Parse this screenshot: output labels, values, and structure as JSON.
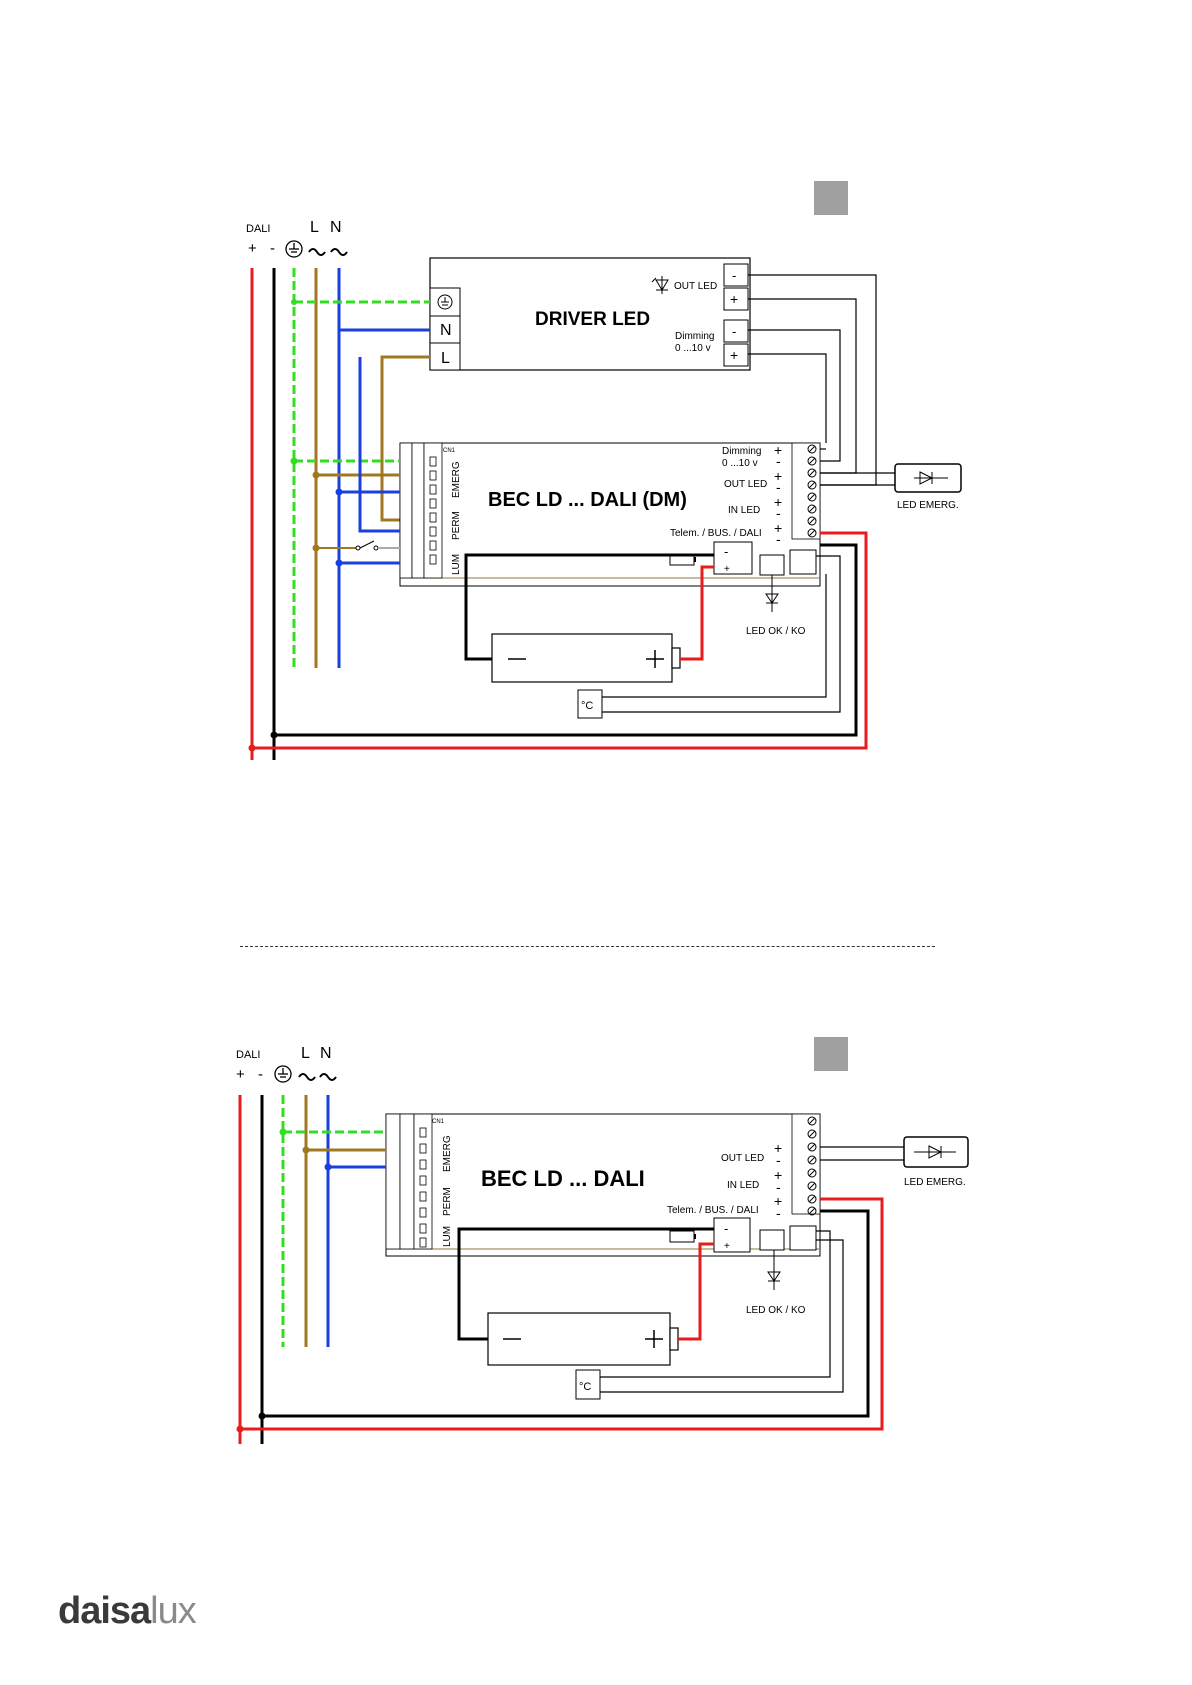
{
  "diagram1": {
    "bus_label": "DALI",
    "plus": "+",
    "minus": "-",
    "l_label": "L",
    "n_label": "N",
    "driver_title": "DRIVER LED",
    "driver_out_led": "OUT LED",
    "driver_dimming_line1": "Dimming",
    "driver_dimming_line2": "0 ...10 v",
    "driver_n": "N",
    "driver_l": "L",
    "bec_title": "BEC LD ... DALI (DM)",
    "dimming_line1": "Dimming",
    "dimming_line2": "0 ...10 v",
    "out_led": "OUT LED",
    "in_led": "IN LED",
    "telem": "Telem. / BUS. / DALI",
    "emerg": "EMERG",
    "perm": "PERM",
    "lum": "LUM",
    "cn": "CN1",
    "led_emerg": "LED EMERG.",
    "led_ok_ko": "LED OK / KO",
    "temp": "°C"
  },
  "diagram2": {
    "bus_label": "DALI",
    "plus": "+",
    "minus": "-",
    "l_label": "L",
    "n_label": "N",
    "bec_title": "BEC LD ... DALI",
    "out_led": "OUT LED",
    "in_led": "IN LED",
    "telem": "Telem. / BUS. / DALI",
    "emerg": "EMERG",
    "perm": "PERM",
    "lum": "LUM",
    "cn": "CN1",
    "led_emerg": "LED EMERG.",
    "led_ok_ko": "LED OK / KO",
    "temp": "°C"
  },
  "logo": {
    "part1": "daisa",
    "part2": "lux"
  },
  "colors": {
    "red": "#e81c1c",
    "black": "#000000",
    "earth": "#33dd22",
    "live": "#a07820",
    "neutral": "#1a3fdc"
  }
}
